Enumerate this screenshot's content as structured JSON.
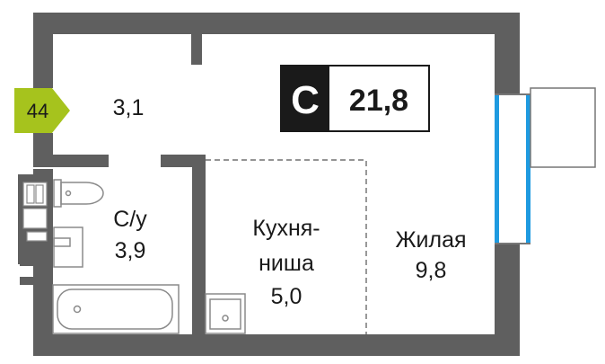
{
  "apartment": {
    "number": "44",
    "type_letter": "С",
    "total_area": "21,8",
    "badge_color": "#a6c31d"
  },
  "rooms": {
    "hall": {
      "area": "3,1"
    },
    "bathroom": {
      "name": "С/у",
      "area": "3,9"
    },
    "kitchen": {
      "name_line1": "Кухня-",
      "name_line2": "ниша",
      "area": "5,0"
    },
    "living": {
      "name": "Жилая",
      "area": "9,8"
    }
  },
  "colors": {
    "wall": "#5f5f5f",
    "window": "#1e9ae0",
    "badge_dark": "#1a1a1a"
  }
}
